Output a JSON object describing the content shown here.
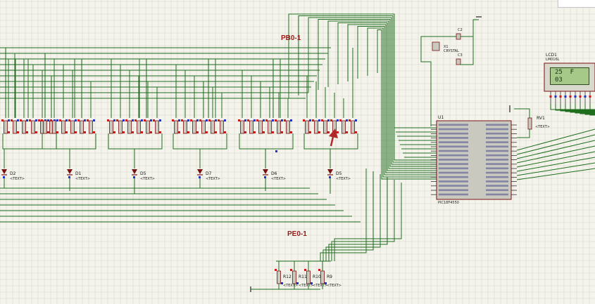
{
  "labels": {
    "pb0": "PB0-1",
    "pe0": "PE0-1"
  },
  "lcd": {
    "ref": "LCD1",
    "model": "LM016L",
    "line1": "25  F",
    "line2": "03"
  },
  "mcu": {
    "ref": "U1",
    "part": "PIC18F4550"
  },
  "crystal": {
    "ref": "X1",
    "type": "CRYSTAL",
    "cap1": "C2",
    "cap2": "C3"
  },
  "pot": {
    "ref": "RV1"
  },
  "diodes": [
    "D2",
    "D1",
    "D5",
    "D7",
    "D6",
    "D5"
  ],
  "resistors": [
    "R12",
    "R11",
    "R10",
    "R9"
  ],
  "text_placeholder": "<TEXT>",
  "colors": {
    "background": "#f4f4ec",
    "grid": "#d6d6cc",
    "wire": "#1e6e1e",
    "body": "#c9c9bf",
    "outline": "#7a1010",
    "pin_red": "#d01818",
    "pin_blue": "#1e34c8",
    "label": "#9a1a1a",
    "arrow": "#b02828",
    "lcd_green": "#a6c98a"
  }
}
